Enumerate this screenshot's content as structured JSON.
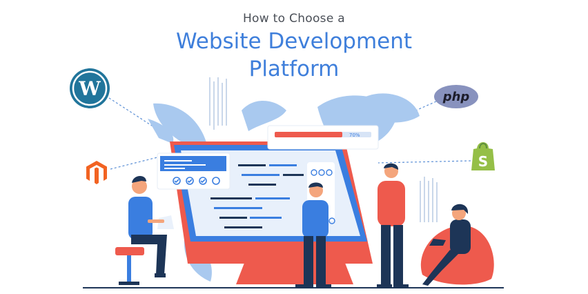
{
  "header": {
    "pre_title": "How to Choose a",
    "title_line1": "Website Development",
    "title_line2": "Platform"
  },
  "logos": {
    "wordpress": {
      "icon": "wordpress-icon",
      "color": "#21759b"
    },
    "php": {
      "icon": "php-icon",
      "label": "php",
      "color": "#8892be"
    },
    "magento": {
      "icon": "magento-icon",
      "color": "#f26322"
    },
    "shopify": {
      "icon": "shopify-icon",
      "color": "#95bf47"
    }
  },
  "progress": {
    "label": "70%",
    "value": 0.7
  },
  "colors": {
    "title": "#3f7fdb",
    "accent_red": "#ee5a4d",
    "leaf_blue": "#a9c9ef",
    "dark_navy": "#1d3557"
  }
}
